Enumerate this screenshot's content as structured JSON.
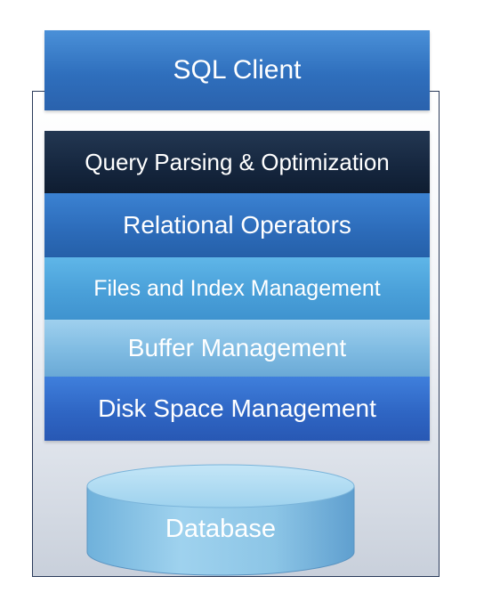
{
  "layers": {
    "sql_client": "SQL Client",
    "query_parsing": "Query Parsing & Optimization",
    "relational_operators": "Relational Operators",
    "files_index": "Files and Index Management",
    "buffer": "Buffer Management",
    "disk_space": "Disk Space Management"
  },
  "database": {
    "label": "Database"
  },
  "colors": {
    "dark_navy": "#15263e",
    "blue": "#2f6fbd",
    "light_blue": "#4aa0d9",
    "pale_blue": "#7fbbe2",
    "royal_blue": "#2f66c4",
    "cylinder": "#8fc8e6"
  }
}
